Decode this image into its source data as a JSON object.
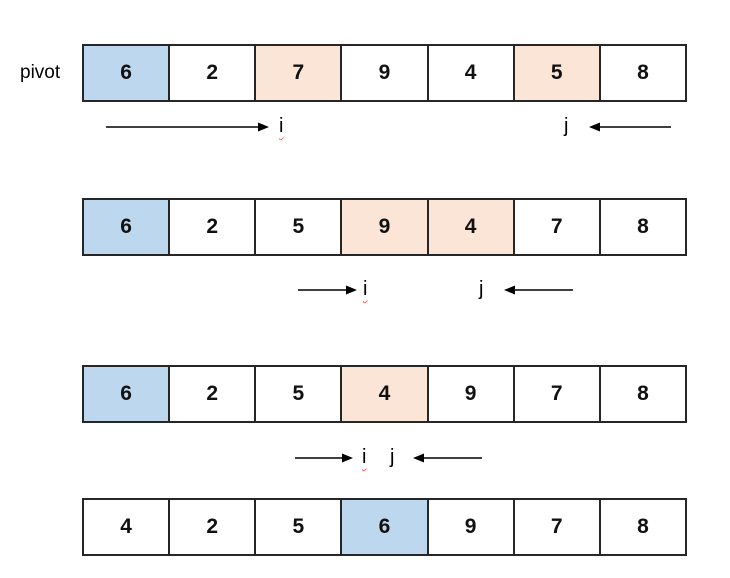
{
  "diagram": {
    "pivot_label": "pivot",
    "pointers": {
      "i": "i",
      "j": "j"
    }
  },
  "colors": {
    "pivot_cell": "#BDD7EE",
    "scan_cell": "#FBE5D6",
    "border": "#262626",
    "squiggle": "#ff5c5c"
  },
  "steps": [
    {
      "cells": [
        {
          "value": "6",
          "highlight": "blue"
        },
        {
          "value": "2",
          "highlight": "none"
        },
        {
          "value": "7",
          "highlight": "peach"
        },
        {
          "value": "9",
          "highlight": "none"
        },
        {
          "value": "4",
          "highlight": "none"
        },
        {
          "value": "5",
          "highlight": "peach"
        },
        {
          "value": "8",
          "highlight": "none"
        }
      ]
    },
    {
      "cells": [
        {
          "value": "6",
          "highlight": "blue"
        },
        {
          "value": "2",
          "highlight": "none"
        },
        {
          "value": "5",
          "highlight": "none"
        },
        {
          "value": "9",
          "highlight": "peach"
        },
        {
          "value": "4",
          "highlight": "peach"
        },
        {
          "value": "7",
          "highlight": "none"
        },
        {
          "value": "8",
          "highlight": "none"
        }
      ]
    },
    {
      "cells": [
        {
          "value": "6",
          "highlight": "blue"
        },
        {
          "value": "2",
          "highlight": "none"
        },
        {
          "value": "5",
          "highlight": "none"
        },
        {
          "value": "4",
          "highlight": "peach"
        },
        {
          "value": "9",
          "highlight": "none"
        },
        {
          "value": "7",
          "highlight": "none"
        },
        {
          "value": "8",
          "highlight": "none"
        }
      ]
    },
    {
      "cells": [
        {
          "value": "4",
          "highlight": "none"
        },
        {
          "value": "2",
          "highlight": "none"
        },
        {
          "value": "5",
          "highlight": "none"
        },
        {
          "value": "6",
          "highlight": "blue"
        },
        {
          "value": "9",
          "highlight": "none"
        },
        {
          "value": "7",
          "highlight": "none"
        },
        {
          "value": "8",
          "highlight": "none"
        }
      ]
    }
  ]
}
